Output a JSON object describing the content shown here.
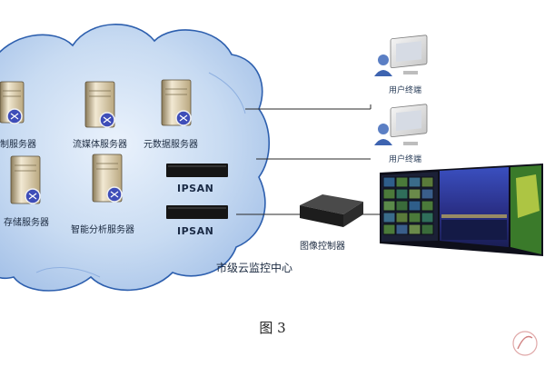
{
  "servers": {
    "control_server": "制服务器",
    "streaming_server": "流媒体服务器",
    "metadata_server": "元数据服务器",
    "storage_server": "存储服务器",
    "analysis_server": "智能分析服务器"
  },
  "storage": {
    "ipsan_1": "IPSAN",
    "ipsan_2": "IPSAN"
  },
  "cloud_label": "市级云监控中心",
  "terminals": {
    "terminal_1": "用户终端",
    "terminal_2": "用户终端"
  },
  "image_controller": "图像控制器",
  "figure_caption": "图 3",
  "colors": {
    "cloud_fill": "#bcd3ef",
    "cloud_edge": "#1f4f9c",
    "line": "#2a2a2a",
    "ipsan_box": "#151515"
  }
}
